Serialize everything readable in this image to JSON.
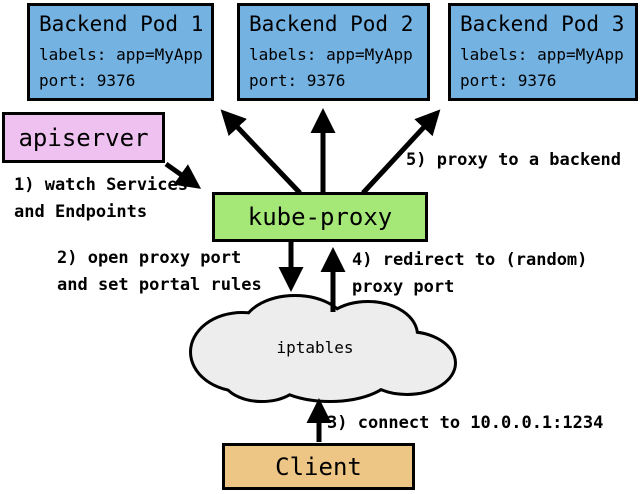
{
  "pods": [
    {
      "title": "Backend Pod 1",
      "labels_line": "labels: app=MyApp",
      "port_line": "port: 9376"
    },
    {
      "title": "Backend Pod 2",
      "labels_line": "labels: app=MyApp",
      "port_line": "port: 9376"
    },
    {
      "title": "Backend Pod 3",
      "labels_line": "labels: app=MyApp",
      "port_line": "port: 9376"
    }
  ],
  "nodes": {
    "apiserver": "apiserver",
    "kube_proxy": "kube-proxy",
    "iptables": "iptables",
    "client": "Client"
  },
  "annotations": {
    "step1": "1) watch Services\nand Endpoints",
    "step2": "2) open proxy port\nand set portal rules",
    "step3": "3) connect to 10.0.0.1:1234",
    "step4": "4) redirect to (random)\nproxy port",
    "step5": "5) proxy to a backend"
  },
  "edges": [
    {
      "step": 1,
      "from": "apiserver",
      "to": "kube-proxy"
    },
    {
      "step": 2,
      "from": "kube-proxy",
      "to": "iptables"
    },
    {
      "step": 3,
      "from": "client",
      "to": "iptables"
    },
    {
      "step": 4,
      "from": "iptables",
      "to": "kube-proxy"
    },
    {
      "step": 5,
      "from": "kube-proxy",
      "to": "backend-pods"
    }
  ],
  "colors": {
    "pod_fill": "#74B2E2",
    "apiserver_fill": "#EEC1F0",
    "kube_proxy_fill": "#A6E878",
    "client_fill": "#EDC685",
    "cloud_fill": "#EDEDED",
    "stroke": "#000000"
  }
}
